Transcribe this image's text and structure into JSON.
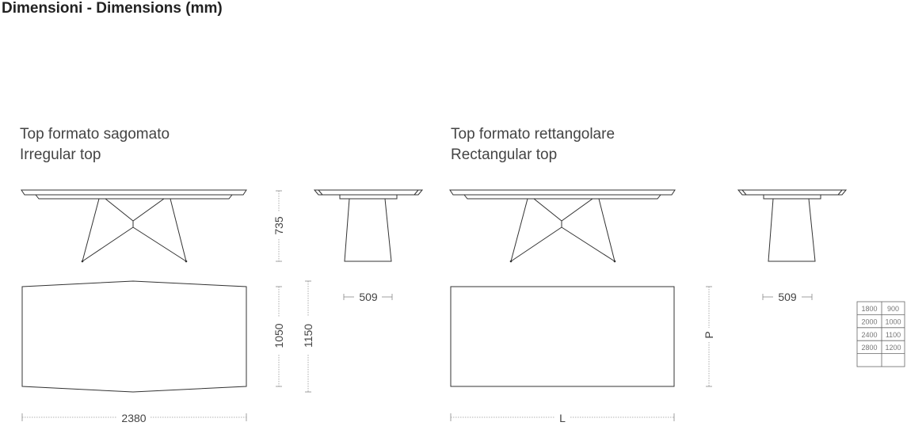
{
  "title": "Dimensioni - Dimensions (mm)",
  "irregular": {
    "title_it": "Top formato sagomato",
    "title_en": "Irregular top",
    "height": "735",
    "depth_min": "1050",
    "depth_max": "1150",
    "base_width": "509",
    "length": "2380"
  },
  "rectangular": {
    "title_it": "Top formato rettangolare",
    "title_en": "Rectangular top",
    "base_width": "509",
    "depth": "P",
    "length": "L"
  },
  "size_table": {
    "rows": [
      [
        "1800",
        "900"
      ],
      [
        "2000",
        "1000"
      ],
      [
        "2400",
        "1100"
      ],
      [
        "2800",
        "1200"
      ],
      [
        "",
        ""
      ]
    ]
  }
}
